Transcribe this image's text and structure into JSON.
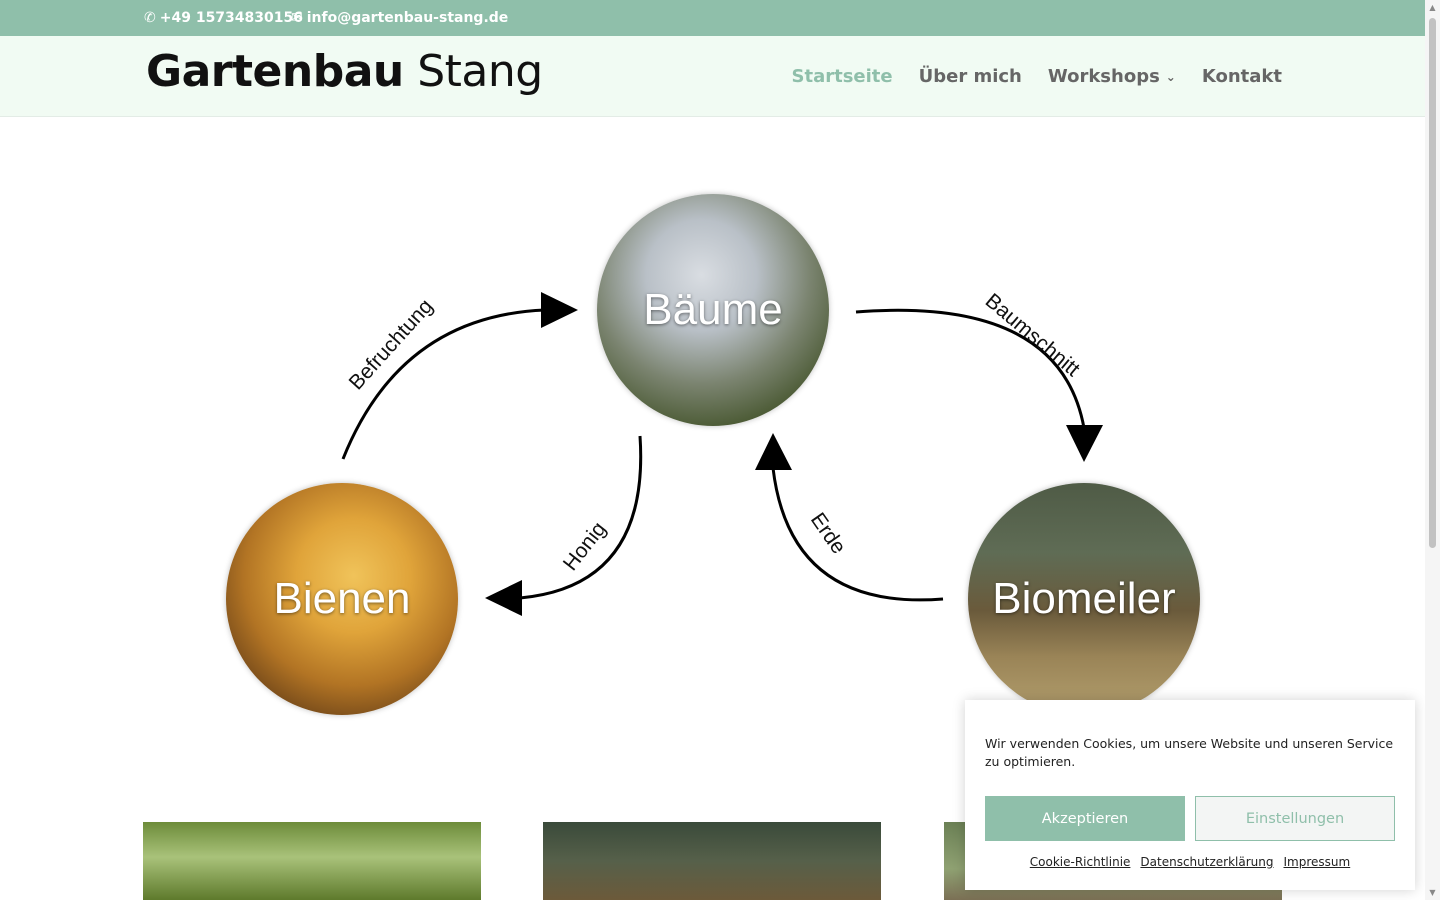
{
  "topbar": {
    "phone": "+49 15734830156",
    "email": "info@gartenbau-stang.de",
    "phone_icon": "phone-icon",
    "email_icon": "envelope-icon"
  },
  "header": {
    "logo_bold": "Gartenbau",
    "logo_regular": "Stang",
    "nav": [
      {
        "label": "Startseite",
        "active": true
      },
      {
        "label": "Über mich",
        "active": false
      },
      {
        "label": "Workshops",
        "active": false,
        "dropdown": true
      },
      {
        "label": "Kontakt",
        "active": false
      }
    ]
  },
  "diagram": {
    "nodes": {
      "baeume": "Bäume",
      "bienen": "Bienen",
      "biomeiler": "Biomeiler"
    },
    "arrows": {
      "befruchtung": "Befruchtung",
      "baumschnitt": "Baumschnitt",
      "honig": "Honig",
      "erde": "Erde"
    }
  },
  "cookie": {
    "message": "Wir verwenden Cookies, um unsere Website und unseren Service zu optimieren.",
    "accept": "Akzeptieren",
    "settings": "Einstellungen",
    "links": [
      "Cookie-Richtlinie",
      "Datenschutzerklärung",
      "Impressum"
    ]
  },
  "colors": {
    "accent": "#8fbfaa",
    "header_bg": "#f1fbf3"
  }
}
